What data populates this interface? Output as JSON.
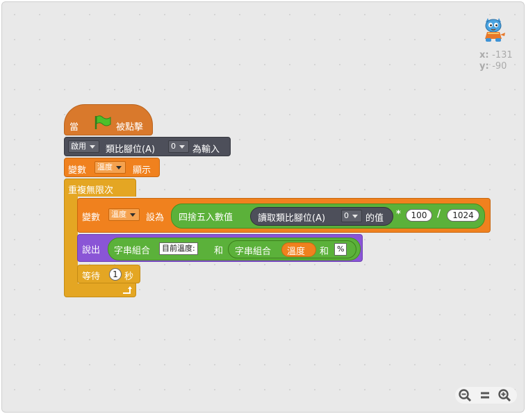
{
  "sprite": {
    "coords": {
      "x_label": "x:",
      "x_value": "-131",
      "y_label": "y:",
      "y_value": "-90"
    }
  },
  "blocks": {
    "hat": {
      "when": "當",
      "clicked": "被點擊"
    },
    "enable": {
      "dropdown": "啟用",
      "text1": "類比腳位(A)",
      "pin": "0",
      "text2": "為輸入"
    },
    "show_var": {
      "label": "變數",
      "var": "溫度",
      "action": "顯示"
    },
    "forever": {
      "label": "重複無限次"
    },
    "set_var": {
      "label": "變數",
      "var": "溫度",
      "set_to": "設為",
      "round": "四捨五入數值",
      "read_analog": "讀取類比腳位(A)",
      "pin": "0",
      "value_of": "的值",
      "times": "*",
      "multiplier": "100",
      "divide": "/",
      "divisor": "1024"
    },
    "say": {
      "label": "說出",
      "join1": "字串組合",
      "string1": "目前溫度:",
      "and1": "和",
      "join2": "字串組合",
      "var": "溫度",
      "and2": "和",
      "string2": "%"
    },
    "wait": {
      "label": "等待",
      "seconds": "1",
      "unit": "秒"
    }
  },
  "zoom": {
    "out": "zoom-out",
    "reset": "zoom-reset",
    "in": "zoom-in"
  },
  "colors": {
    "events": "#d9792c",
    "arduino": "#4d4f5a",
    "data": "#f0811e",
    "control": "#e4a623",
    "looks": "#8a55d6",
    "operators": "#5bb13a"
  }
}
